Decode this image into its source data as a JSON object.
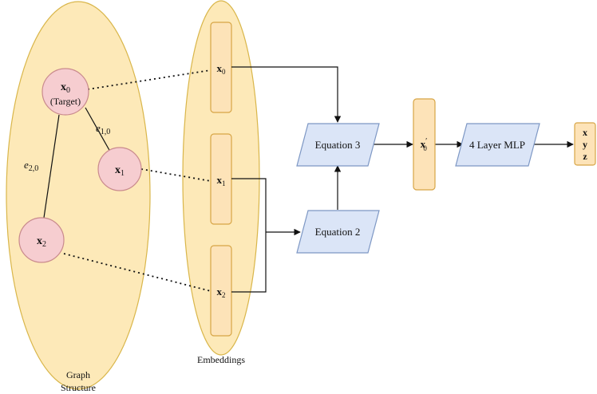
{
  "graph": {
    "caption_line1": "Graph",
    "caption_line2": "Structure",
    "nodes": {
      "x0": {
        "var": "x",
        "sub": "0",
        "note": "(Target)"
      },
      "x1": {
        "var": "x",
        "sub": "1"
      },
      "x2": {
        "var": "x",
        "sub": "2"
      }
    },
    "edges": {
      "e10": {
        "var": "e",
        "sub": "1,0"
      },
      "e20": {
        "var": "e",
        "sub": "2,0"
      }
    }
  },
  "embeddings": {
    "caption": "Embeddings",
    "items": [
      {
        "var": "x",
        "sub": "0"
      },
      {
        "var": "x",
        "sub": "1"
      },
      {
        "var": "x",
        "sub": "2"
      }
    ]
  },
  "process": {
    "equation3": "Equation 3",
    "equation2": "Equation 2",
    "output_embedding": {
      "var": "x",
      "prime": "′",
      "sub": "0"
    },
    "mlp": "4 Layer MLP",
    "outputs": [
      "x",
      "y",
      "z"
    ]
  },
  "colors": {
    "ellipse_fill": "#fde9b8",
    "ellipse_stroke": "#d9b64a",
    "node_fill": "#f6cdd0",
    "node_stroke": "#c98a8d",
    "emb_fill": "#fde3b8",
    "emb_stroke": "#d7a545",
    "box_fill": "#dbe5f7",
    "box_stroke": "#7d97c4",
    "line": "#111111"
  }
}
